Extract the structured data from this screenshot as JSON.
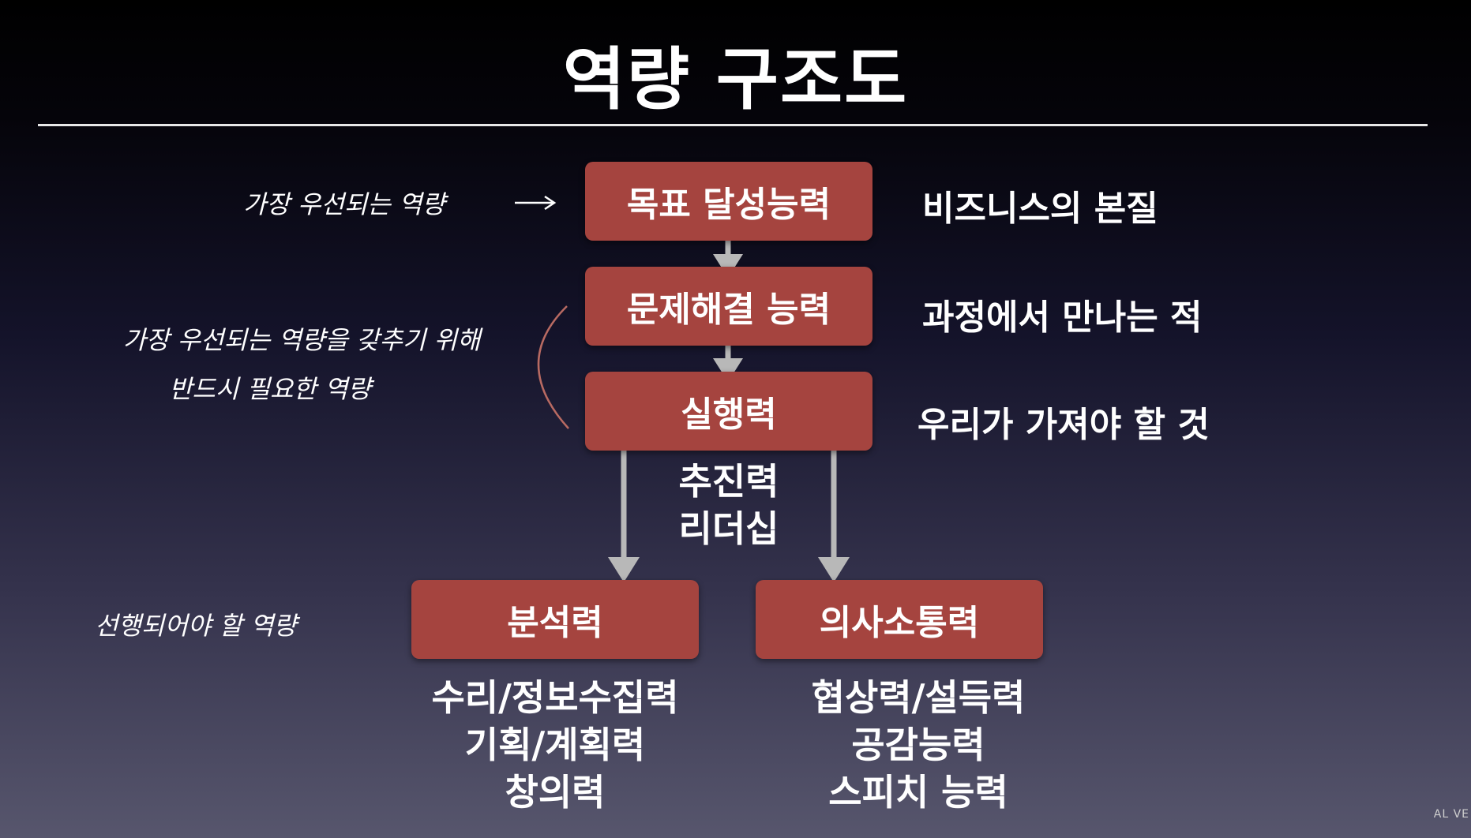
{
  "title": "역량 구조도",
  "boxes": {
    "goal": "목표 달성능력",
    "problem": "문제해결 능력",
    "execution": "실행력",
    "analysis": "분석력",
    "communication": "의사소통력"
  },
  "right_labels": {
    "goal": "비즈니스의 본질",
    "problem": "과정에서 만나는 적",
    "execution": "우리가 가져야 할 것"
  },
  "annotations": {
    "top_priority": "가장 우선되는 역량",
    "required_line1": "가장 우선되는 역량을 갖추기 위해",
    "required_line2": "반드시 필요한 역량",
    "prerequisite": "선행되어야 할 역량"
  },
  "execution_subs": [
    "추진력",
    "리더십"
  ],
  "analysis_subs": [
    "수리/정보수집력",
    "기획/계획력",
    "창의력"
  ],
  "communication_subs": [
    "협상력/설득력",
    "공감능력",
    "스피치 능력"
  ],
  "logo": "AL VE",
  "colors": {
    "box": "#a5443f",
    "arrow": "#b8b8b8",
    "bracket": "#b86a62"
  }
}
